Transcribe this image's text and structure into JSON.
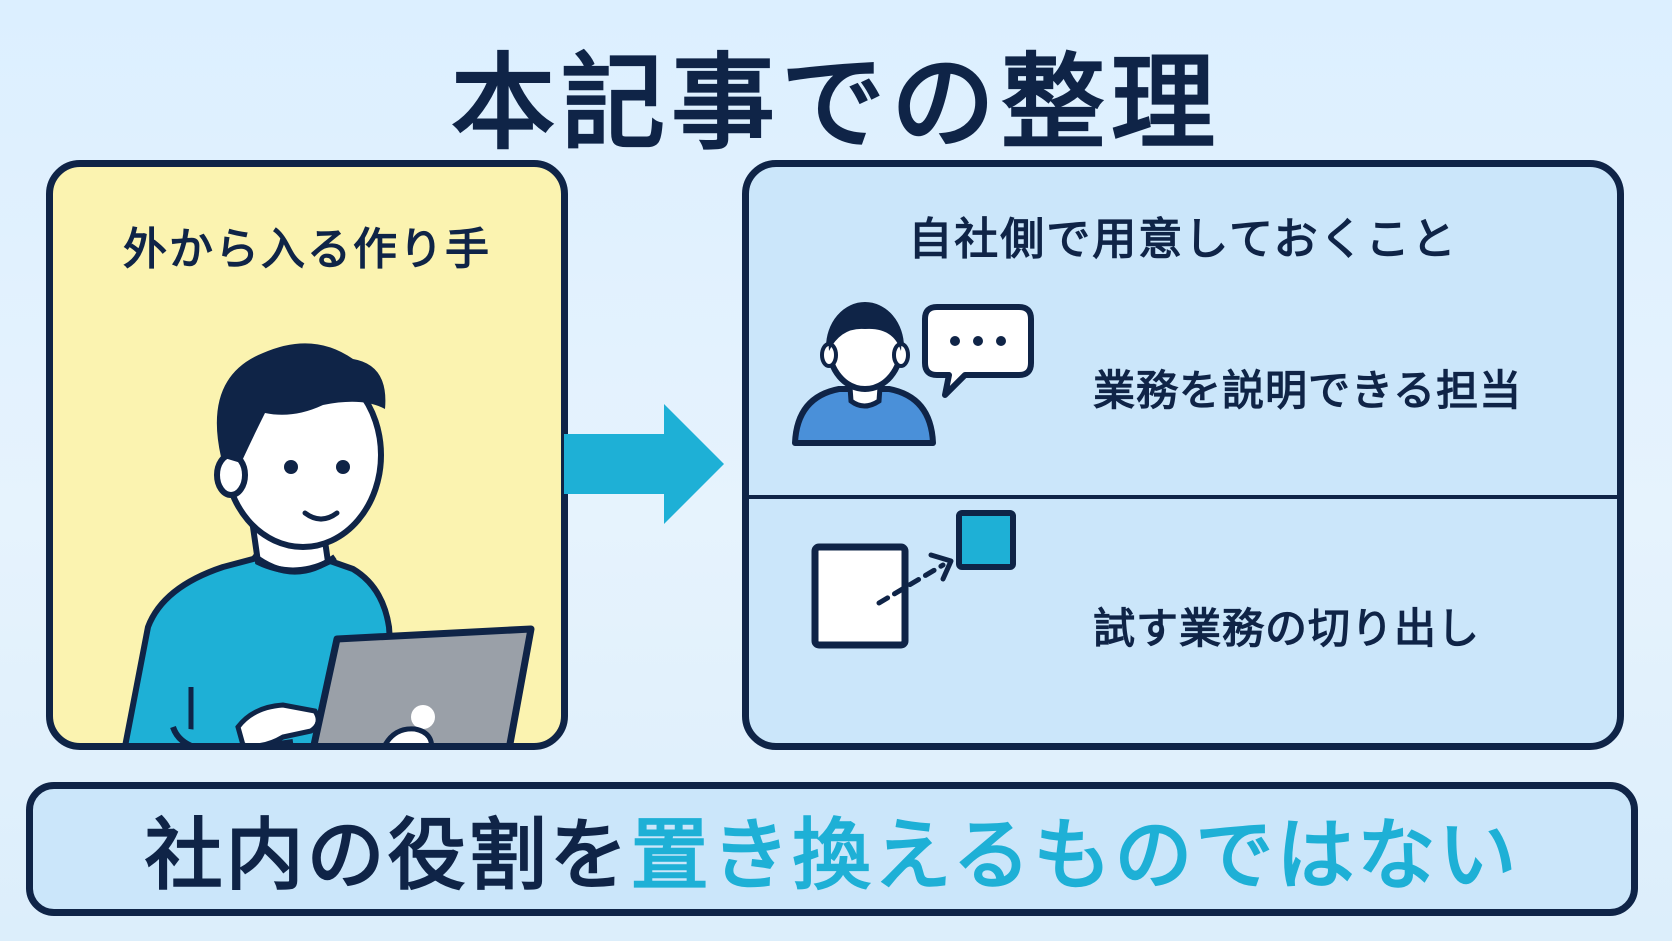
{
  "title": "本記事での整理",
  "left_panel": {
    "title": "外から入る作り手",
    "icons": [
      "person-with-laptop-icon"
    ]
  },
  "right_panel": {
    "title": "自社側で用意しておくこと",
    "items": [
      {
        "label": "業務を説明できる担当",
        "icon": "person-speech-bubble-icon"
      },
      {
        "label": "試す業務の切り出し",
        "icon": "square-extract-icon"
      }
    ]
  },
  "connector": {
    "icon": "right-arrow-icon"
  },
  "banner": {
    "dark_text": "社内の役割を",
    "accent_text": "置き換えるものではない"
  },
  "colors": {
    "navy": "#0f2447",
    "accent": "#1eb0d6",
    "left_panel_bg": "#fbf3b0",
    "right_panel_bg": "#cbe6fa",
    "laptop_gray": "#9aa0a8"
  }
}
